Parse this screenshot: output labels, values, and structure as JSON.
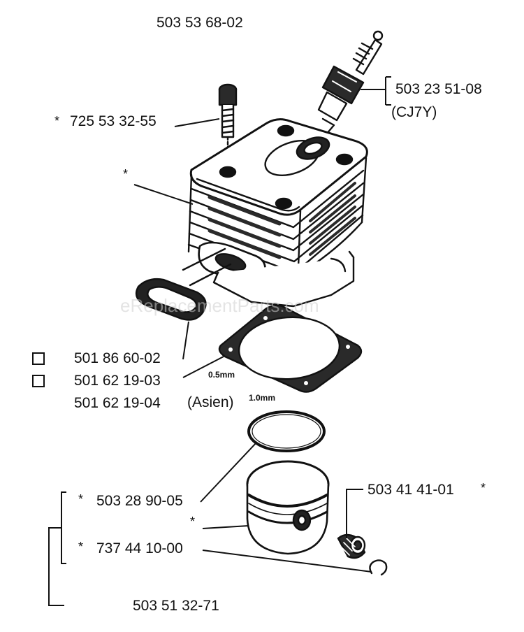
{
  "diagram": {
    "assembly_number": "503 53 68-02",
    "watermark": "eReplacementParts.com",
    "colors": {
      "line": "#111111",
      "background": "#ffffff",
      "watermark": "#cfcfcf"
    },
    "parts": {
      "cylinder_bolt": {
        "number": "725 53 32-55",
        "marked": "*"
      },
      "cylinder": {
        "marked": "*"
      },
      "spark_plug": {
        "number": "503 23 51-08",
        "code": "(CJ7Y)"
      },
      "exhaust_gasket": {
        "number": "501 86 60-02"
      },
      "base_gasket": {
        "number": "501 62 19-03",
        "thickness": "0.5mm"
      },
      "base_gasket_asia": {
        "number": "501 62 19-04",
        "note": "(Asien)",
        "thickness": "1.0mm"
      },
      "piston_ring": {
        "number": "503 28 90-05",
        "marked": "*"
      },
      "piston": {
        "marked": "*"
      },
      "wrist_pin_bearing": {
        "number": "503 41 41-01",
        "marked": "*"
      },
      "piston_pin_circlip": {
        "number": "737 44 10-00",
        "marked": "*"
      },
      "piston_kit": {
        "number": "503 51 32-71"
      }
    }
  }
}
